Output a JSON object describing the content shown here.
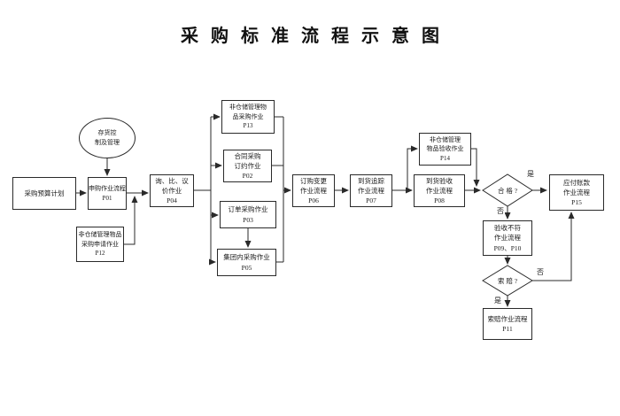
{
  "title": "采购标准流程示意图",
  "colors": {
    "background": "#ffffff",
    "line": "#2a2a2a",
    "box_border": "#2a2a2a",
    "text": "#1a1a1a"
  },
  "nodes": {
    "inventory": {
      "lines": [
        "存货控",
        "制及管理"
      ]
    },
    "budget": {
      "lines": [
        "采购预算计划"
      ]
    },
    "p01": {
      "lines": [
        "申购作业流程",
        "P01"
      ]
    },
    "p12": {
      "lines": [
        "非仓储管理物品",
        "采购申请作业",
        "P12"
      ]
    },
    "p04": {
      "lines": [
        "询、比、议",
        "价作业",
        "P04"
      ]
    },
    "p13": {
      "lines": [
        "非仓储管理物",
        "品采购作业",
        "P13"
      ]
    },
    "p02": {
      "lines": [
        "合同采购",
        "订约作业",
        "P02"
      ]
    },
    "p03": {
      "lines": [
        "订单采购作业",
        "P03"
      ]
    },
    "p05": {
      "lines": [
        "集团内采购作业",
        "P05"
      ]
    },
    "p06": {
      "lines": [
        "订购变更",
        "作业流程",
        "P06"
      ]
    },
    "p07": {
      "lines": [
        "到货追踪",
        "作业流程",
        "P07"
      ]
    },
    "p08": {
      "lines": [
        "到货验收",
        "作业流程",
        "P08"
      ]
    },
    "p14": {
      "lines": [
        "非仓储管理",
        "物品验收作业",
        "P14"
      ]
    },
    "decision_qualified": {
      "label": "合 格 ?"
    },
    "p15": {
      "lines": [
        "应付账款",
        "作业流程",
        "P15"
      ]
    },
    "p0910": {
      "lines": [
        "验收不符",
        "作业流程",
        "P09、P10"
      ]
    },
    "decision_claim": {
      "label": "索 赔 ?"
    },
    "p11": {
      "lines": [
        "索赔作业流程",
        "P11"
      ]
    }
  },
  "branch_labels": {
    "qualified_yes": "是",
    "qualified_no": "否",
    "claim_no": "否",
    "claim_yes": "是"
  }
}
